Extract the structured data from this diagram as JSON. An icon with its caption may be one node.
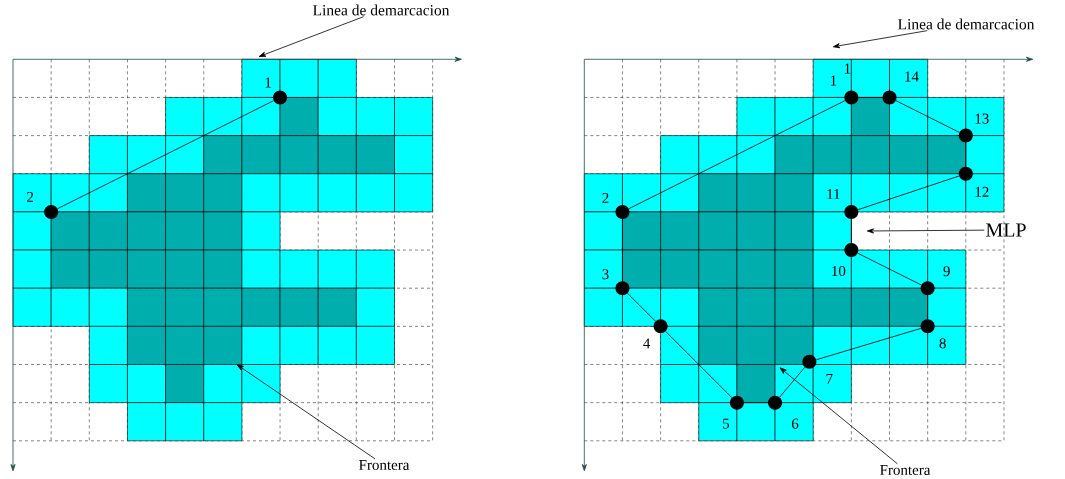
{
  "diagram": {
    "nodes": [
      {
        "text": [
          "Linea de demarcacion"
        ]
      },
      {
        "text": [],
        "shape": "circle",
        "beside": [
          "1"
        ]
      },
      {
        "text": [],
        "shape": "circle",
        "beside": [
          "2"
        ]
      },
      {
        "text": [
          "Frontera"
        ]
      },
      {
        "text": [
          "Linea de demarcacion"
        ]
      },
      {
        "text": [],
        "shape": "circle",
        "beside": [
          "1",
          "1"
        ]
      },
      {
        "text": [],
        "shape": "circle",
        "beside": [
          "2"
        ]
      },
      {
        "text": [],
        "shape": "circle",
        "beside": [
          "3"
        ]
      },
      {
        "text": [],
        "shape": "circle",
        "beside": [
          "4"
        ]
      },
      {
        "text": [],
        "shape": "circle",
        "beside": [
          "5"
        ]
      },
      {
        "text": [],
        "shape": "circle",
        "beside": [
          "6"
        ]
      },
      {
        "text": [],
        "shape": "circle",
        "beside": [
          "7"
        ]
      },
      {
        "text": [],
        "shape": "circle",
        "beside": [
          "8"
        ]
      },
      {
        "text": [],
        "shape": "circle",
        "beside": [
          "9"
        ]
      },
      {
        "text": [],
        "shape": "circle",
        "beside": [
          "10"
        ]
      },
      {
        "text": [],
        "shape": "circle",
        "beside": [
          "11"
        ]
      },
      {
        "text": [],
        "shape": "circle",
        "beside": [
          "12"
        ]
      },
      {
        "text": [],
        "shape": "circle",
        "beside": [
          "13"
        ]
      },
      {
        "text": [],
        "shape": "circle",
        "beside": [
          "14"
        ]
      },
      {
        "text": [
          "MLP"
        ]
      },
      {
        "text": [
          "Frontera"
        ]
      }
    ],
    "edges": [
      {
        "from": 0,
        "to": null,
        "arrow": "to"
      },
      {
        "from": 1,
        "to": 2,
        "arrow": "none"
      },
      {
        "from": 3,
        "to": null,
        "arrow": "to"
      },
      {
        "from": 4,
        "to": null,
        "arrow": "to"
      },
      {
        "from": 5,
        "to": 6,
        "arrow": "none"
      },
      {
        "from": 6,
        "to": 7,
        "arrow": "none"
      },
      {
        "from": 7,
        "to": 8,
        "arrow": "none"
      },
      {
        "from": 8,
        "to": 9,
        "arrow": "none"
      },
      {
        "from": 9,
        "to": 10,
        "arrow": "none"
      },
      {
        "from": 10,
        "to": 11,
        "arrow": "none"
      },
      {
        "from": 11,
        "to": 12,
        "arrow": "none"
      },
      {
        "from": 12,
        "to": 13,
        "arrow": "none"
      },
      {
        "from": 13,
        "to": 14,
        "arrow": "none"
      },
      {
        "from": 14,
        "to": 15,
        "arrow": "none"
      },
      {
        "from": 15,
        "to": 16,
        "arrow": "none"
      },
      {
        "from": 16,
        "to": 17,
        "arrow": "none"
      },
      {
        "from": 17,
        "to": 18,
        "arrow": "none"
      },
      {
        "from": 18,
        "to": 5,
        "arrow": "none"
      },
      {
        "from": 19,
        "to": null,
        "arrow": "to"
      },
      {
        "from": 20,
        "to": null,
        "arrow": "to"
      }
    ]
  }
}
